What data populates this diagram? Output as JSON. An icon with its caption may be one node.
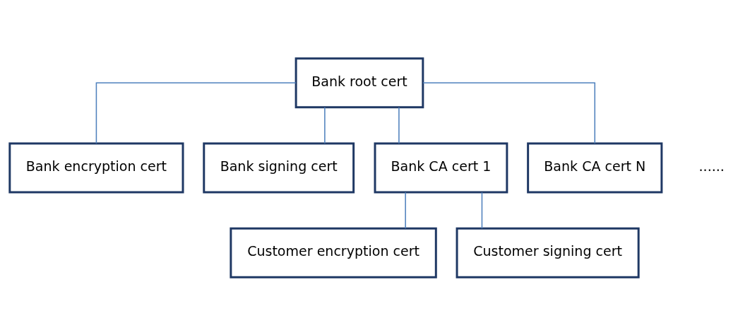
{
  "diagram": {
    "nodes": [
      {
        "text": [
          "Bank root cert"
        ]
      },
      {
        "text": [
          "Bank encryption cert"
        ]
      },
      {
        "text": [
          "Bank signing cert"
        ]
      },
      {
        "text": [
          "Bank CA cert 1"
        ]
      },
      {
        "text": [
          "Bank CA cert N"
        ]
      },
      {
        "text": [
          "Customer encryption cert"
        ]
      },
      {
        "text": [
          "Customer signing cert"
        ]
      }
    ],
    "edges": [
      {
        "from": 0,
        "to": 1,
        "arrow": "none"
      },
      {
        "from": 0,
        "to": 2,
        "arrow": "none"
      },
      {
        "from": 0,
        "to": 3,
        "arrow": "none"
      },
      {
        "from": 0,
        "to": 4,
        "arrow": "none"
      },
      {
        "from": 3,
        "to": 5,
        "arrow": "none"
      },
      {
        "from": 3,
        "to": 6,
        "arrow": "none"
      }
    ],
    "labels": [
      "......"
    ]
  }
}
